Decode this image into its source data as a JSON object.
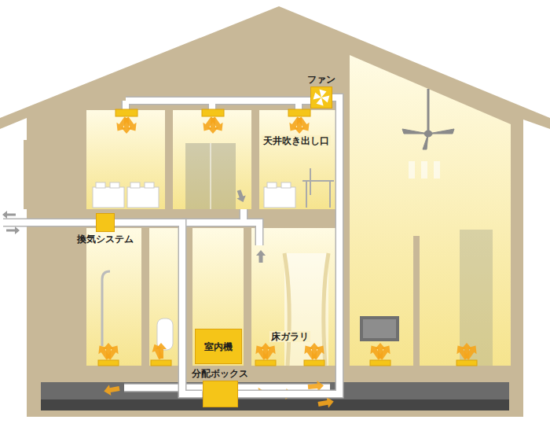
{
  "diagram": {
    "nodes": [
      {
        "text": [
          "ファン"
        ]
      },
      {
        "text": [
          "換気システム"
        ]
      },
      {
        "text": [
          "室内機"
        ]
      },
      {
        "text": [
          "分配ボックス"
        ]
      }
    ],
    "edges": [
      {
        "from": 1,
        "to": 3,
        "arrow": "none"
      },
      {
        "from": 3,
        "to": 0,
        "arrow": "none"
      }
    ],
    "labels": [
      "天井吹き出し口",
      "床ガラリ"
    ]
  }
}
